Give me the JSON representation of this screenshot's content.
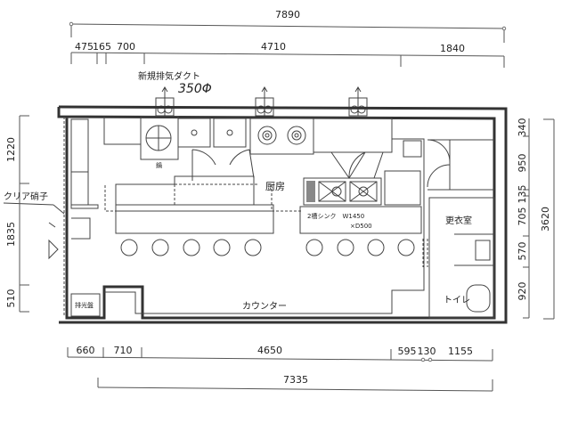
{
  "dimensions": {
    "top_total": "7890",
    "top_segments": [
      "475",
      "165",
      "700",
      "4710",
      "1840"
    ],
    "left_segments": [
      "1220",
      "1835",
      "510"
    ],
    "right_segments": [
      "340",
      "950",
      "135",
      "705",
      "570",
      "920"
    ],
    "right_total": "3620",
    "bottom_segments": [
      "660",
      "710",
      "4650",
      "595",
      "130",
      "1155"
    ],
    "bottom_total": "7335"
  },
  "labels": {
    "duct": "新規排気ダクト",
    "duct_size": "350Φ",
    "pot": "鍋",
    "kitchen": "厨房",
    "clear_glass": "クリア硝子",
    "sink_spec_1": "2槽シンク　W1450",
    "sink_spec_2": "×D500",
    "changing_room": "更衣室",
    "toilet": "トイレ",
    "counter": "カウンター",
    "panel": "排光盤"
  }
}
